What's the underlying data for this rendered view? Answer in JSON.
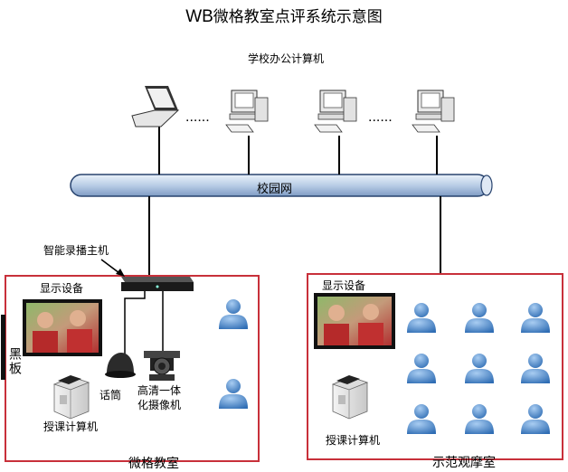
{
  "title_prefix": "WB",
  "title_main": "微格教室点评系统示意图",
  "labels": {
    "school_office": "学校办公计算机",
    "campus_net": "校园网",
    "host": "智能录播主机",
    "display_left": "显示设备",
    "display_right": "显示设备",
    "blackboard": "黑板",
    "mic": "话筒",
    "camera": "高清一体化摄像机",
    "teaching_pc_left": "授课计算机",
    "teaching_pc_right": "授课计算机",
    "room_left": "微格教室",
    "room_right": "示范观摩室"
  },
  "colors": {
    "room_border": "#c8303a",
    "network_bus": "#c6d6ea",
    "person": "#4f86c6"
  },
  "icons": [
    "laptop-icon",
    "desktop-computer-icon",
    "recording-host-icon",
    "monitor-icon",
    "microphone-icon",
    "camera-icon",
    "teaching-computer-icon",
    "person-icon"
  ]
}
